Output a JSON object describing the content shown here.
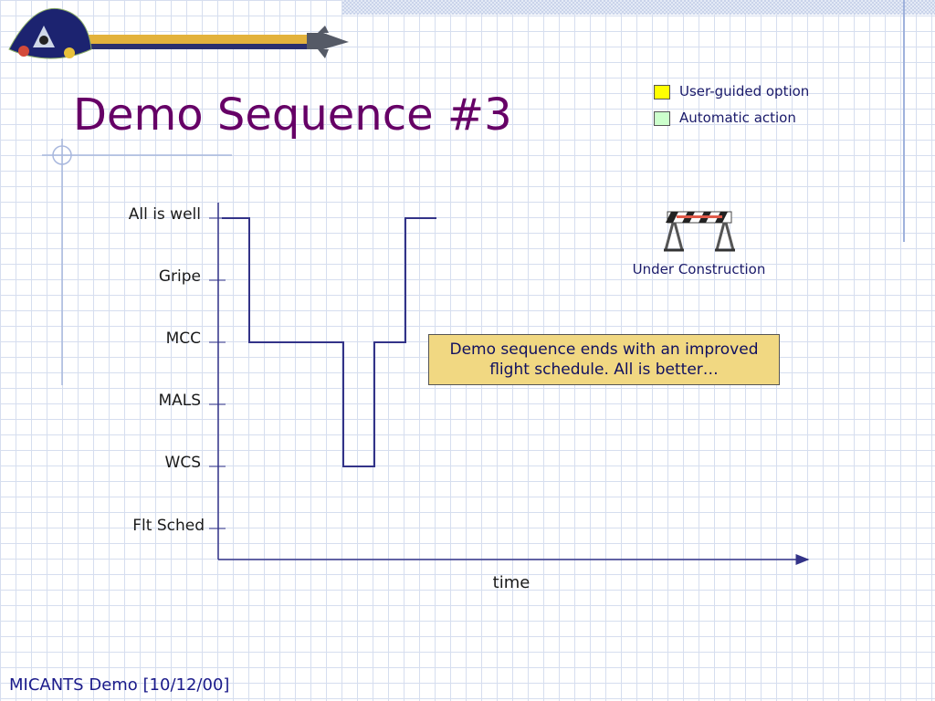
{
  "slide": {
    "title": "Demo Sequence #3",
    "footer": "MICANTS Demo [10/12/00]"
  },
  "legend": {
    "items": [
      {
        "label": "User-guided option",
        "color": "#ffff00"
      },
      {
        "label": "Automatic action",
        "color": "#ccffcc"
      }
    ]
  },
  "under_construction": {
    "label": "Under Construction",
    "icon": "barricade-icon"
  },
  "callout": {
    "text": "Demo sequence ends with an improved flight schedule. All is better…"
  },
  "chart_data": {
    "type": "line",
    "y_categories": [
      "All is well",
      "Gripe",
      "MCC",
      "MALS",
      "WCS",
      "Flt Sched"
    ],
    "xlabel": "time",
    "step": true,
    "series": [
      {
        "points": [
          {
            "t": 0,
            "state": "All is well"
          },
          {
            "t": 1,
            "state": "All is well"
          },
          {
            "t": 1,
            "state": "MCC"
          },
          {
            "t": 4,
            "state": "MCC"
          },
          {
            "t": 4,
            "state": "WCS"
          },
          {
            "t": 5,
            "state": "WCS"
          },
          {
            "t": 5,
            "state": "MCC"
          },
          {
            "t": 6,
            "state": "MCC"
          },
          {
            "t": 6,
            "state": "All is well"
          },
          {
            "t": 7,
            "state": "All is well"
          }
        ]
      }
    ],
    "colors": {
      "line": "#333388",
      "axis": "#333388"
    }
  }
}
